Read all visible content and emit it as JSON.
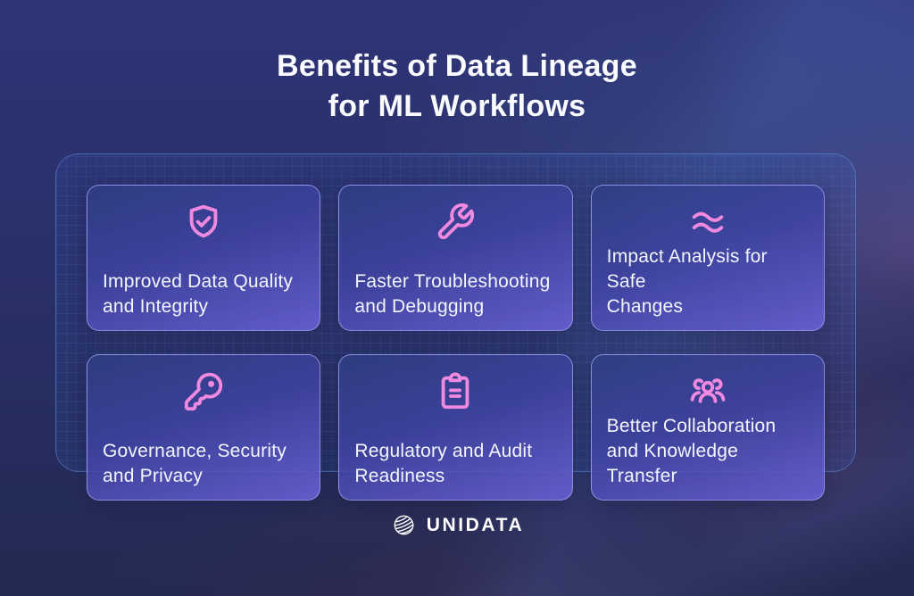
{
  "title": {
    "text": "Benefits of Data Lineage\nfor ML Workflows"
  },
  "panel": {
    "cards": [
      {
        "icon": "shield-check-icon",
        "label": "Improved Data Quality\nand Integrity"
      },
      {
        "icon": "wrench-icon",
        "label": "Faster Troubleshooting\nand Debugging"
      },
      {
        "icon": "waves-icon",
        "label": "Impact Analysis for Safe\nChanges"
      },
      {
        "icon": "key-icon",
        "label": "Governance, Security\nand Privacy"
      },
      {
        "icon": "clipboard-icon",
        "label": "Regulatory and Audit\nReadiness"
      },
      {
        "icon": "users-icon",
        "label": "Better Collaboration\nand Knowledge Transfer"
      }
    ]
  },
  "footer": {
    "brand": "UNIDATA"
  },
  "colors": {
    "accent_pink": "#f08ae0",
    "background_navy": "#2b3170",
    "panel_border_blue": "#6096e6",
    "card_border_violet": "#a4a0f6",
    "text_white": "#f3f5ff"
  }
}
